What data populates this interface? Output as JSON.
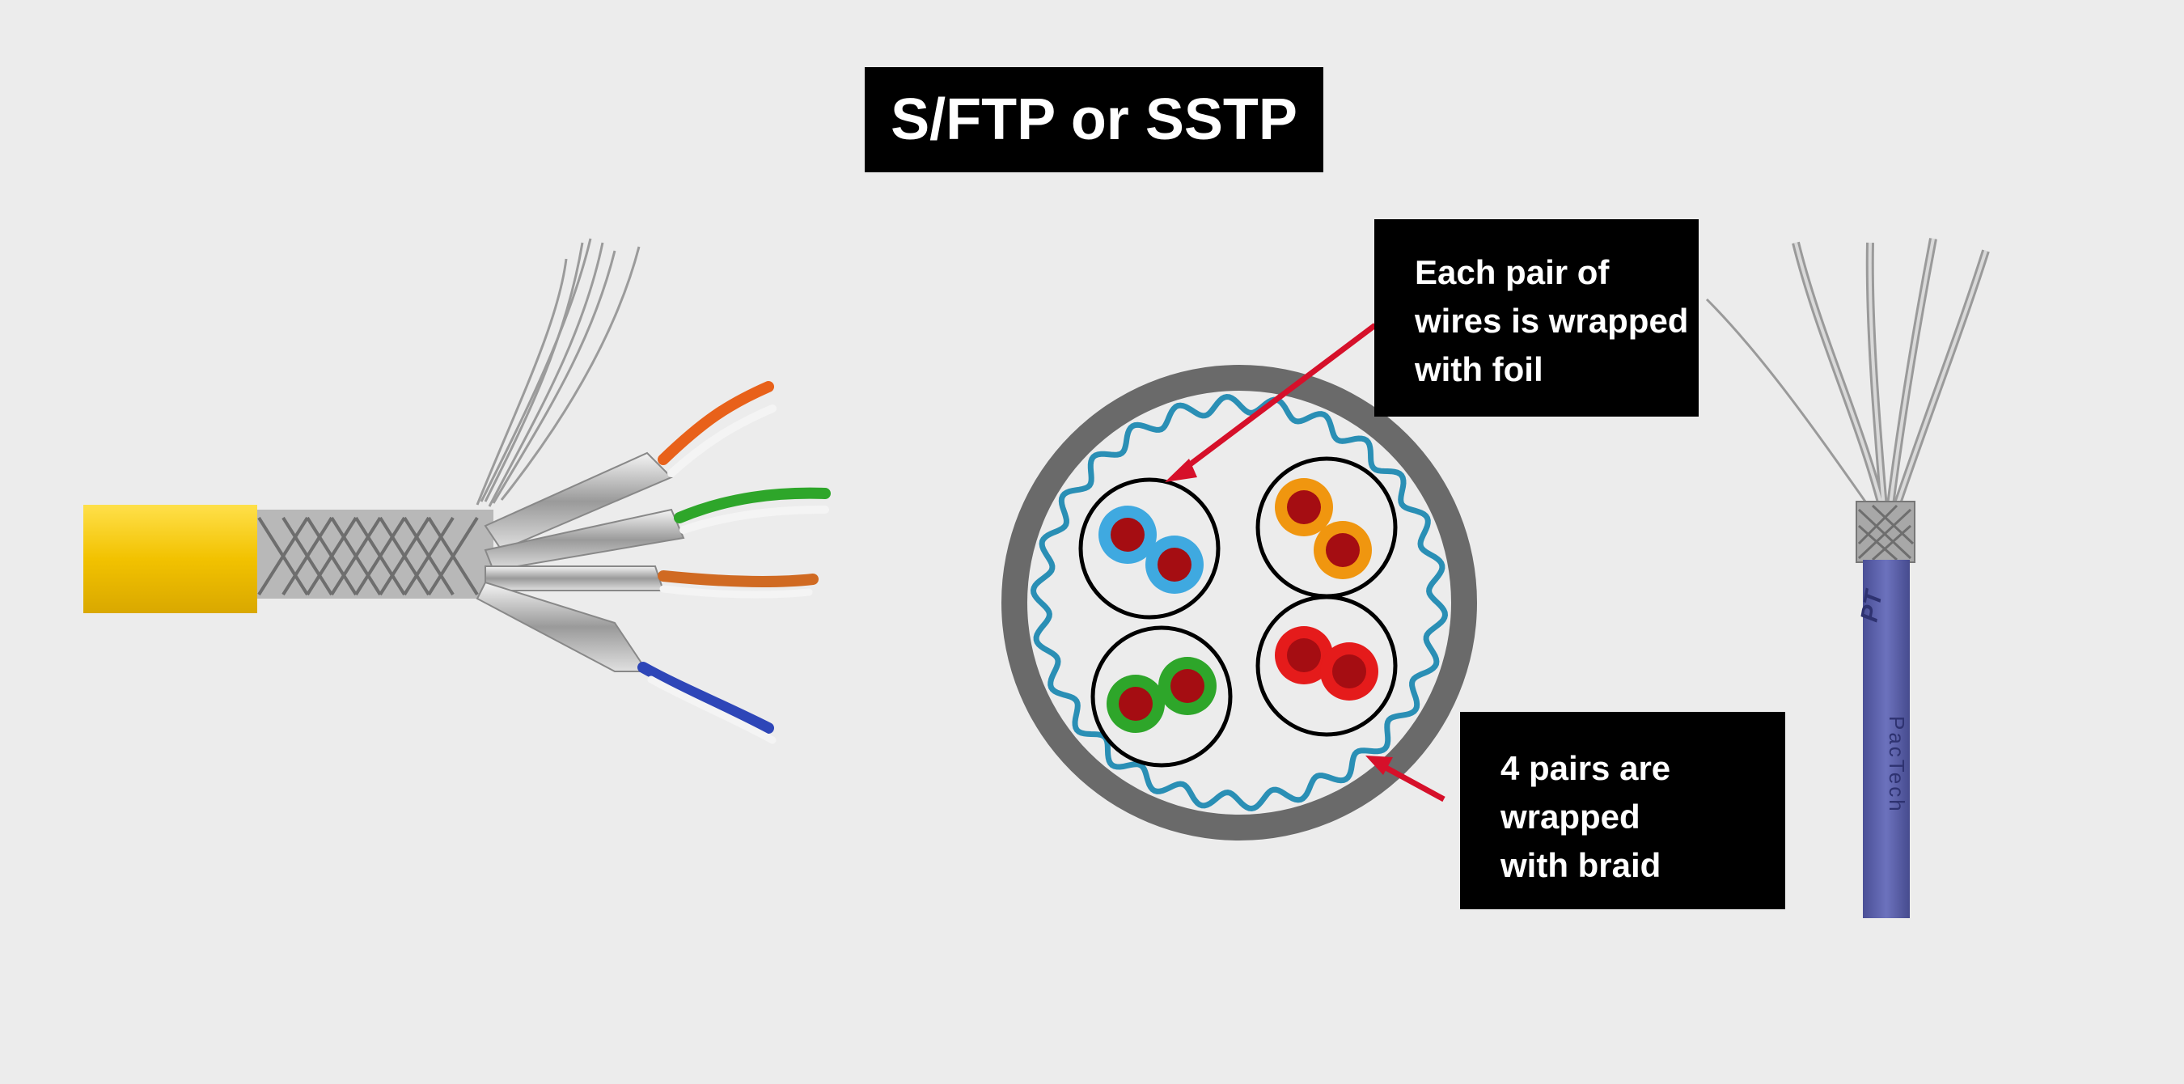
{
  "title": "S/FTP or SSTP",
  "callouts": {
    "foil": {
      "lines": [
        "Each pair of",
        "wires is wrapped",
        "with foil"
      ]
    },
    "braid": {
      "lines": [
        "4 pairs are",
        "wrapped",
        "with braid"
      ]
    }
  },
  "right_cable": {
    "printed_text": [
      "PacTech",
      "PT"
    ]
  },
  "colors": {
    "background": "#ececec",
    "label_bg": "#000000",
    "label_text": "#ffffff",
    "jacket_outer": "#6a6a6a",
    "braid_line": "#2a8fb5",
    "arrow": "#d6102a",
    "yellow_jacket": "#f2c200",
    "blue_jacket": "#5a5fa8",
    "pair_blue": "#3fa9e0",
    "pair_orange": "#f0960f",
    "pair_green": "#2ea62a",
    "pair_red": "#e51b1b",
    "conductor": "#a50d12"
  },
  "icons": [
    "cable-left-illustration",
    "cable-cross-section",
    "cable-right-illustration"
  ]
}
